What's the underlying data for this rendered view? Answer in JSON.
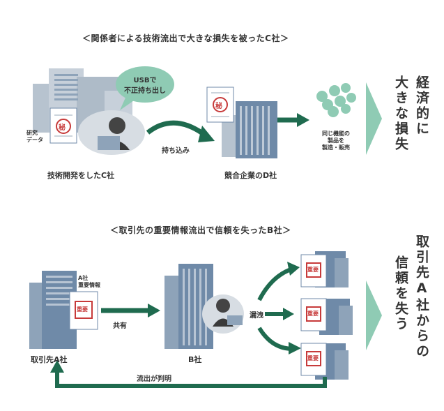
{
  "section1": {
    "title": "＜関係者による技術流出で大きな損失を被ったC社＞",
    "usb_bubble_line1": "USBで",
    "usb_bubble_line2": "不正持ち出し",
    "research_data_line1": "研究",
    "research_data_line2": "データ",
    "secret_mark": "秘",
    "carry_in": "持ち込み",
    "company_c": "技術開発をしたC社",
    "company_d": "競合企業のD社",
    "product_line1": "同じ機能の",
    "product_line2": "製品を",
    "product_line3": "製造・販売",
    "result_col1": "経済的に",
    "result_col2": "大きな損失"
  },
  "section2": {
    "title": "＜取引先の重要情報流出で信頼を失ったB社＞",
    "a_info_line1": "A社",
    "a_info_line2": "重要情報",
    "important_mark": "重要",
    "shared": "共有",
    "leak": "漏洩",
    "client_a": "取引先A社",
    "company_b": "B社",
    "leak_found": "流出が判明",
    "result_col1": "取引先A社からの",
    "result_col2": "信頼を失う"
  },
  "colors": {
    "green": "#1f6b4f",
    "light_green": "#8fcbb4",
    "building": "#6f8aa8",
    "building_shade": "#b7c3cf",
    "stamp_red": "#c73a3a"
  }
}
